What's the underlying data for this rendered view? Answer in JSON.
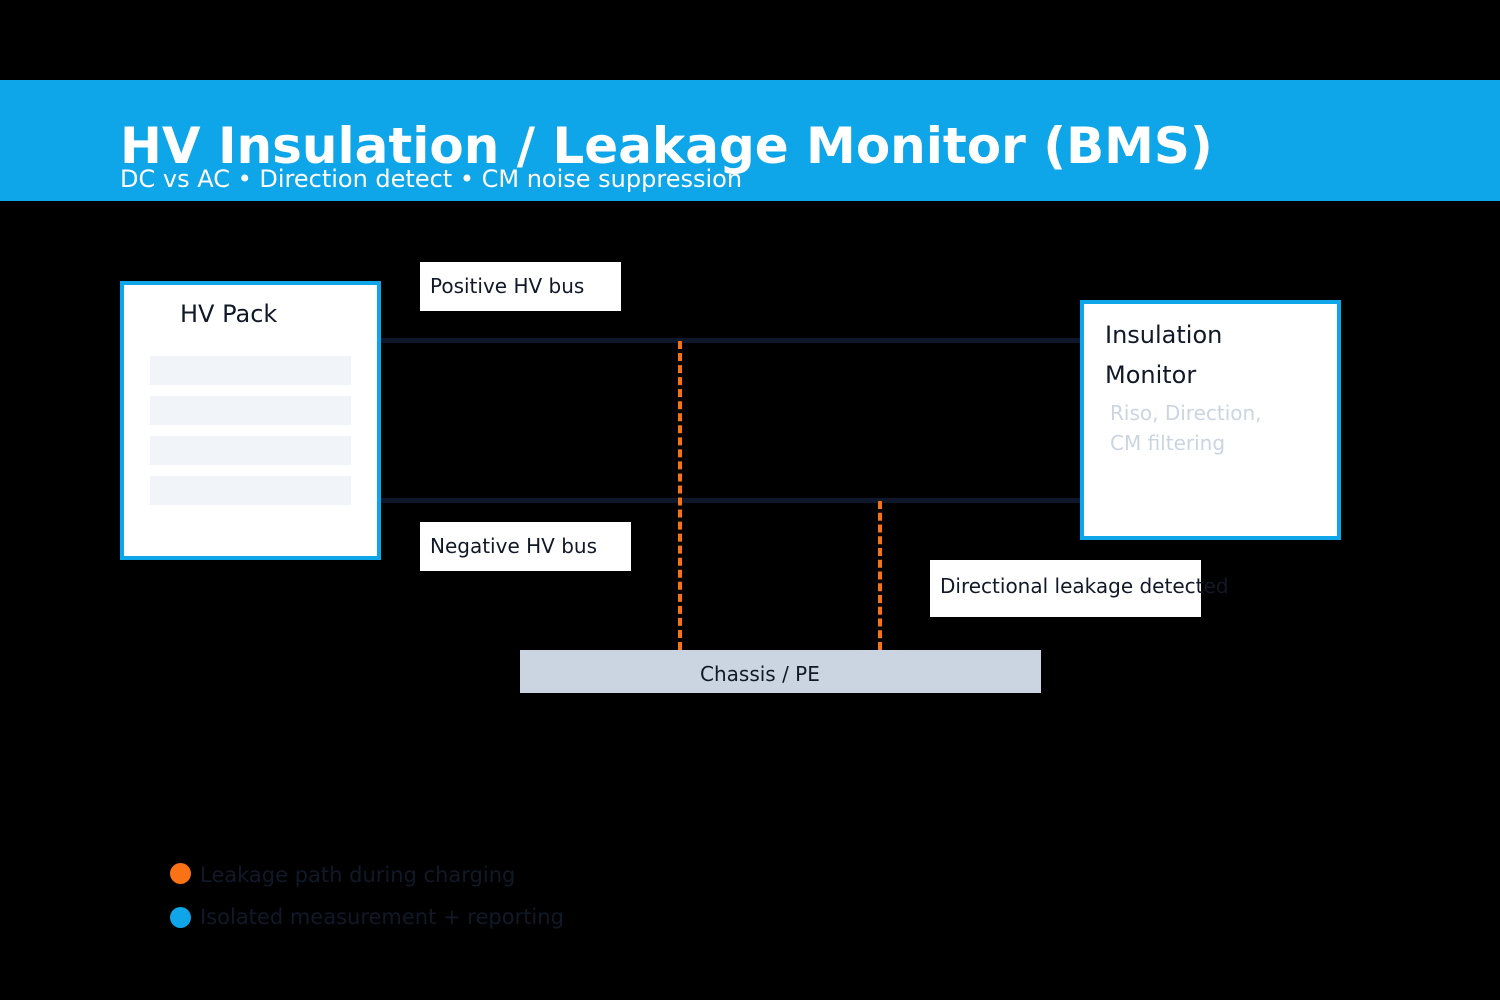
{
  "header": {
    "title": "HV Insulation / Leakage Monitor (BMS)",
    "subtitle": "DC vs AC • Direction detect • CM noise suppression"
  },
  "pack": {
    "title": "HV Pack"
  },
  "bus": {
    "positive_label": "Positive HV bus",
    "negative_label": "Negative HV bus"
  },
  "monitor": {
    "title_line1": "Insulation",
    "title_line2": "Monitor",
    "desc_line1": "Riso, Direction,",
    "desc_line2": "CM filtering"
  },
  "directional_label": "Directional leakage detected",
  "chassis_label": "Chassis / PE",
  "legend": [
    {
      "label": "Leakage path during charging",
      "color": "#f97316"
    },
    {
      "label": "Isolated measurement + reporting",
      "color": "#0ea5e9"
    }
  ],
  "colors": {
    "accent": "#0ea5e9",
    "leakage": "#f97316",
    "bus": "#0f172a",
    "chassis": "#cbd5e1"
  }
}
